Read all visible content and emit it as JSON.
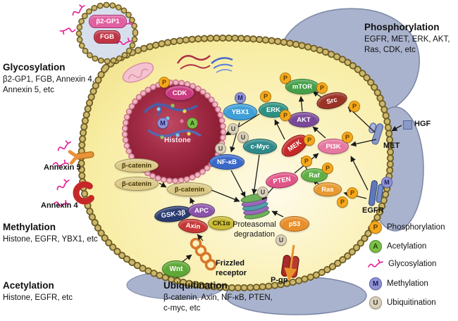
{
  "annotations": {
    "phosphorylation": {
      "heading": "Phosphorylation",
      "lines": [
        "EGFR, MET, ERK, AKT,",
        "Ras, CDK, etc"
      ]
    },
    "glycosylation": {
      "heading": "Glycosylation",
      "lines": [
        "β2-GP1, FGB, Annexin 4,",
        "Annexin 5, etc"
      ]
    },
    "methylation": {
      "heading": "Methylation",
      "lines": [
        "Histone, EGFR, YBX1, etc"
      ]
    },
    "acetylation": {
      "heading": "Acetylation",
      "lines": [
        "Histone, EGFR, etc"
      ]
    },
    "ubiquitination": {
      "heading": "Ubiquitination",
      "lines": [
        "β-catenin, Axin, NF-κB, PTEN,",
        "c-myc, etc"
      ]
    }
  },
  "vesicle": {
    "b2gp1": "β2-GP1",
    "fgb": "FGB"
  },
  "receptors": {
    "met": "MET",
    "hgf": "HGF",
    "egfr": "EGFR",
    "pgp": "P-gp",
    "annexin5": "Annexin 5",
    "annexin4": "Annexin 4",
    "frizzled_line1": "Frizzled",
    "frizzled_line2": "receptor",
    "wnt": "Wnt"
  },
  "nucleus": {
    "cdk": "CDK",
    "histone": "Histone"
  },
  "proteins": {
    "ybx1": "YBX1",
    "erk": "ERK",
    "mtor": "mTOR",
    "src": "Src",
    "akt": "AKT",
    "cmyc": "c-Myc",
    "mek": "MEK",
    "pi3k": "PI3K",
    "nfkb": "NF-κB",
    "pten": "PTEN",
    "raf": "Raf",
    "ras": "Ras",
    "p53": "p53",
    "beta_catenin": "β-catenin",
    "gsk3b": "GSK-3β",
    "apc": "APC",
    "axin": "Axin",
    "ck1a": "CK1α"
  },
  "proteasome": {
    "line1": "Proteasomal",
    "line2": "degradation"
  },
  "badges": {
    "P": "P",
    "M": "M",
    "A": "A",
    "U": "U"
  },
  "legend": {
    "phosphorylation": "Phosphorylation",
    "acetylation": "Acetylation",
    "glycosylation": "Glycosylation",
    "methylation": "Methylation",
    "ubiquitination": "Ubiquitination"
  },
  "colors": {
    "cell_fill": "#F8EFA8",
    "membrane_bead": "#CDB76B",
    "nucleus_fill": "#8E1F33",
    "extracellular": "#A9B3CD",
    "phosphorylation_badge": "#F6A81C",
    "acetylation_badge": "#7CBE4A",
    "methylation_badge": "#9193D6",
    "ubiquitination_badge": "#D9D1BF",
    "glycosylation_mark": "#E8259A"
  }
}
